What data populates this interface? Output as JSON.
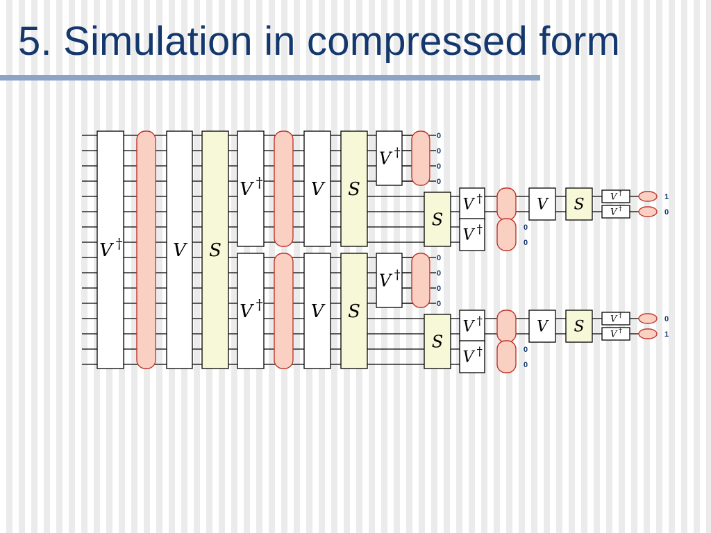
{
  "slide": {
    "title": "5. Simulation in compressed form"
  },
  "colors": {
    "title": "#14386e",
    "rule": "#8ca5c5",
    "s_gate_fill": "#f6f8d8",
    "measure_fill": "#f9d0c2",
    "measure_stroke": "#c0352b",
    "output_bits": "#14386e"
  },
  "circuit": {
    "gate_labels": {
      "v": "V",
      "s": "S",
      "dagger": "†"
    },
    "outputs": {
      "block1_measured": [
        "0",
        "0",
        "0",
        "0"
      ],
      "block1_sub_measured": [
        "0",
        "0"
      ],
      "block1_final": [
        "1",
        "0"
      ],
      "block2_measured": [
        "0",
        "0",
        "0",
        "0"
      ],
      "block2_sub_measured": [
        "0",
        "0"
      ],
      "block2_final": [
        "0",
        "1"
      ]
    }
  }
}
